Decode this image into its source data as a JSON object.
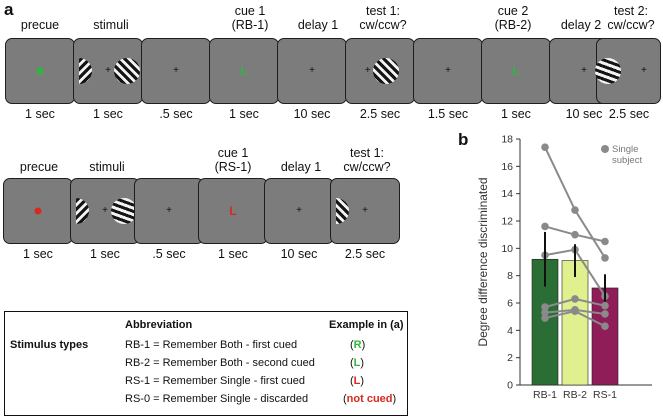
{
  "panel_a_label": "a",
  "panel_b_label": "b",
  "row1": {
    "stages": [
      {
        "label": "precue",
        "duration": "1 sec"
      },
      {
        "label": "stimuli",
        "duration": "1 sec"
      },
      {
        "label": "",
        "duration": ".5 sec"
      },
      {
        "label": "cue 1\n(RB-1)",
        "duration": "1 sec"
      },
      {
        "label": "delay 1",
        "duration": "10 sec"
      },
      {
        "label": "test 1:\ncw/ccw?",
        "duration": "2.5 sec"
      },
      {
        "label": "",
        "duration": "1.5 sec"
      },
      {
        "label": "cue 2\n(RB-2)",
        "duration": "1 sec"
      },
      {
        "label": "delay 2",
        "duration": "10 sec"
      },
      {
        "label": "test 2:\ncw/ccw?",
        "duration": "2.5 sec"
      }
    ],
    "cue_letter_1": "L",
    "cue_letter_2": "L"
  },
  "row2": {
    "stages": [
      {
        "label": "precue",
        "duration": "1 sec"
      },
      {
        "label": "stimuli",
        "duration": "1 sec"
      },
      {
        "label": "",
        "duration": ".5 sec"
      },
      {
        "label": "cue 1\n(RS-1)",
        "duration": "1 sec"
      },
      {
        "label": "delay 1",
        "duration": "10 sec"
      },
      {
        "label": "test 1:\ncw/ccw?",
        "duration": "2.5 sec"
      }
    ],
    "cue_letter": "L"
  },
  "fixation": "+",
  "colors": {
    "screen_bg": "#7c7c7c",
    "green": "#2db83d",
    "red": "#d62a1e",
    "bar_rb1": "#2b6e35",
    "bar_rb2": "#e0f08e",
    "bar_rs1": "#8e1d58",
    "subject": "#8a8a8a"
  },
  "legend": {
    "title_abbrev": "Abbreviation",
    "title_example": "Example in (a)",
    "row_header": "Stimulus types",
    "rows": [
      {
        "text": "RB-1 = Remember Both - first cued",
        "open": "(",
        "mark": "R",
        "close": ")",
        "mark_color": "green"
      },
      {
        "text": "RB-2 = Remember Both - second cued",
        "open": "(",
        "mark": "L",
        "close": ")",
        "mark_color": "green"
      },
      {
        "text": "RS-1 = Remember Single - first cued",
        "open": "(",
        "mark": "L",
        "close": ")",
        "mark_color": "red"
      },
      {
        "text": "RS-0 = Remember Single - discarded",
        "open": "(",
        "mark": "not cued",
        "close": ")",
        "mark_color": "red"
      }
    ]
  },
  "chart_data": {
    "type": "bar",
    "categories": [
      "RB-1",
      "RB-2",
      "RS-1"
    ],
    "values": [
      9.2,
      9.1,
      7.1
    ],
    "error": [
      2.0,
      1.2,
      1.0
    ],
    "subjects": [
      [
        17.4,
        12.8,
        9.3
      ],
      [
        11.6,
        11.0,
        10.5
      ],
      [
        9.5,
        9.9,
        6.5
      ],
      [
        5.7,
        6.3,
        5.8
      ],
      [
        5.3,
        5.5,
        5.2
      ],
      [
        4.9,
        5.4,
        4.3
      ]
    ],
    "ylabel": "Degree difference discriminated",
    "xlabel": "",
    "ylim": [
      0,
      18
    ],
    "yticks": [
      0,
      2,
      4,
      6,
      8,
      10,
      12,
      14,
      16,
      18
    ],
    "legend_label": "Single\nsubject",
    "legend_position": "top-right"
  }
}
